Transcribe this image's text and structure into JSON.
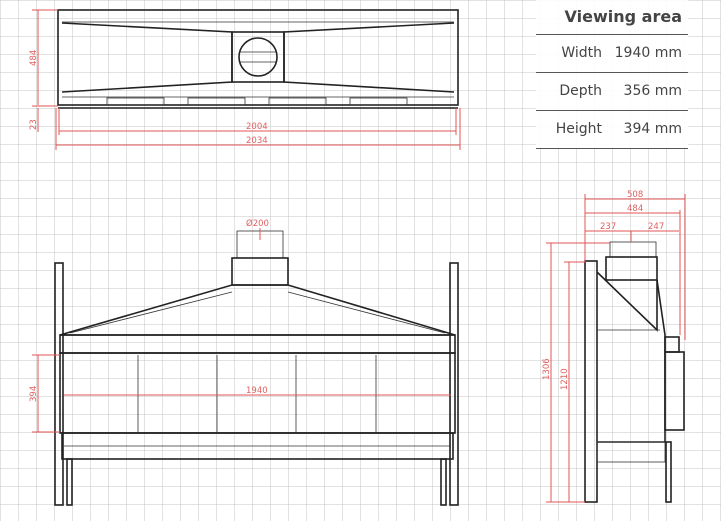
{
  "spec_table": {
    "title": "Viewing area",
    "rows": [
      {
        "label": "Width",
        "value": "1940 mm"
      },
      {
        "label": "Depth",
        "value": "356 mm"
      },
      {
        "label": "Height",
        "value": "394 mm"
      }
    ]
  },
  "top_view": {
    "height": "484",
    "offset": "23",
    "inner_width": "2004",
    "outer_width": "2034"
  },
  "front_view": {
    "flue_diameter": "Ø200",
    "glass_height": "394",
    "glass_width": "1940"
  },
  "side_view": {
    "total_depth": "508",
    "depth": "484",
    "flue_back": "237",
    "flue_front": "247",
    "total_height": "1306",
    "frame_height": "1210"
  },
  "colors": {
    "dimension": "#e05555",
    "line": "#222222"
  }
}
